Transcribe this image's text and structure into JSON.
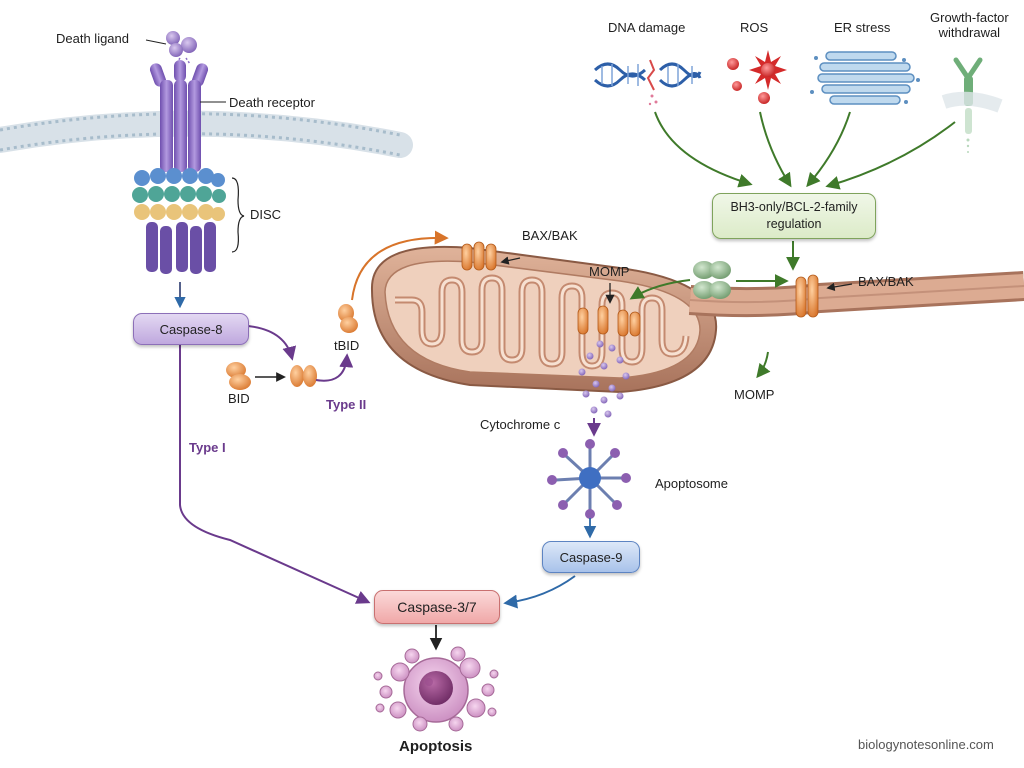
{
  "stressors": {
    "dna_damage": "DNA damage",
    "ros": "ROS",
    "er_stress": "ER stress",
    "growth_factor_line1": "Growth-factor",
    "growth_factor_line2": "withdrawal"
  },
  "labels": {
    "death_ligand": "Death ligand",
    "death_receptor": "Death receptor",
    "disc": "DISC",
    "caspase8": "Caspase-8",
    "bid": "BID",
    "tbid": "tBID",
    "type_ii": "Type II",
    "type_i": "Type I",
    "bax_bak_top": "BAX/BAK",
    "momp_top": "MOMP",
    "bh3_line1": "BH3-only/BCL-2-family",
    "bh3_line2": "regulation",
    "bax_bak_right": "BAX/BAK",
    "momp_right": "MOMP",
    "cytochrome_c": "Cytochrome c",
    "apoptosome": "Apoptosome",
    "caspase9": "Caspase-9",
    "caspase37": "Caspase-3/7",
    "apoptosis": "Apoptosis"
  },
  "watermark": "biologynotesonline.com",
  "colors": {
    "purple_arrow": "#6a3a8c",
    "green_arrow": "#3f7a2a",
    "blue_arrow": "#2f6aa8",
    "orange_arrow": "#d8742a",
    "membrane": "#9fb6c6",
    "mito_outer": "#c89a82",
    "mito_inner": "#e7c3ae",
    "receptor_purple": "#8a6cc4"
  }
}
